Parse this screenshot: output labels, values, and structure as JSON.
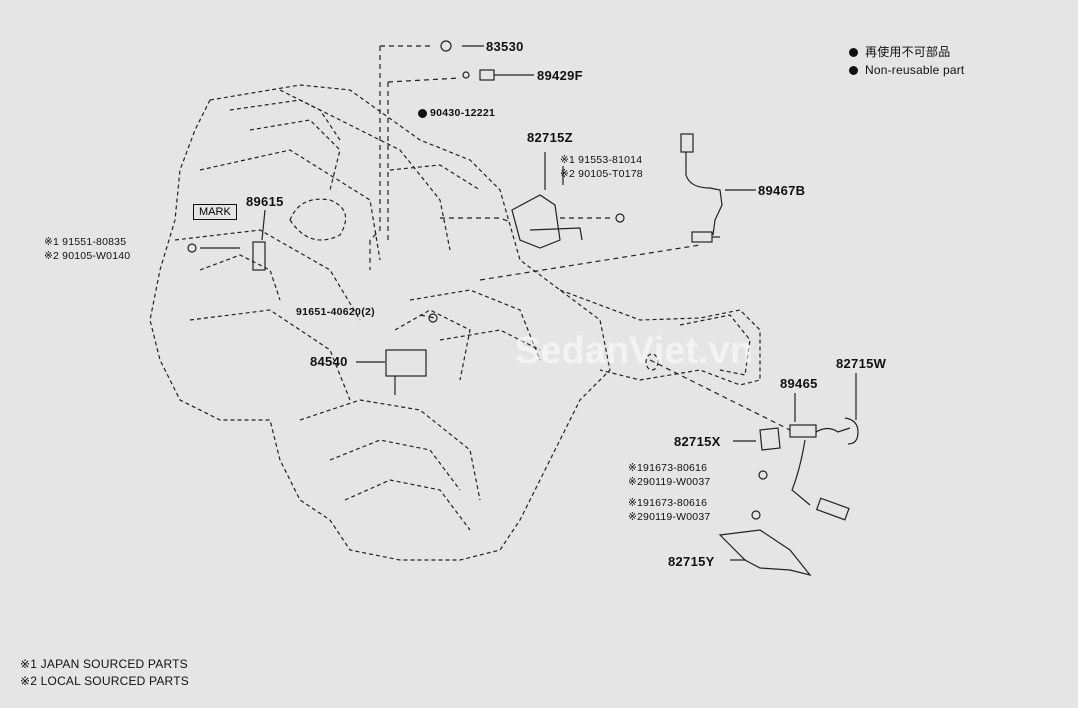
{
  "legend": {
    "items": [
      {
        "text": "再使用不可部品"
      },
      {
        "text": "Non-reusable part"
      }
    ]
  },
  "parts": {
    "p83530": "83530",
    "p89429F": "89429F",
    "p90430": "90430-12221",
    "p82715Z": "82715Z",
    "p91553": "※1 91553-81014",
    "p90105t": "※2 90105-T0178",
    "p89467B": "89467B",
    "p89615": "89615",
    "mark": "MARK",
    "p91551": "※1 91551-80835",
    "p90105w": "※2 90105-W0140",
    "p91651": "91651-40620(2)",
    "p84540": "84540",
    "p82715W": "82715W",
    "p89465": "89465",
    "p82715X": "82715X",
    "p191673a": "※191673-80616",
    "p290119a": "※290119-W0037",
    "p191673b": "※191673-80616",
    "p290119b": "※290119-W0037",
    "p82715Y": "82715Y"
  },
  "footnotes": {
    "japan": "※1 JAPAN SOURCED PARTS",
    "local": "※2 LOCAL SOURCED PARTS"
  },
  "watermark": "SedanViet.vn"
}
